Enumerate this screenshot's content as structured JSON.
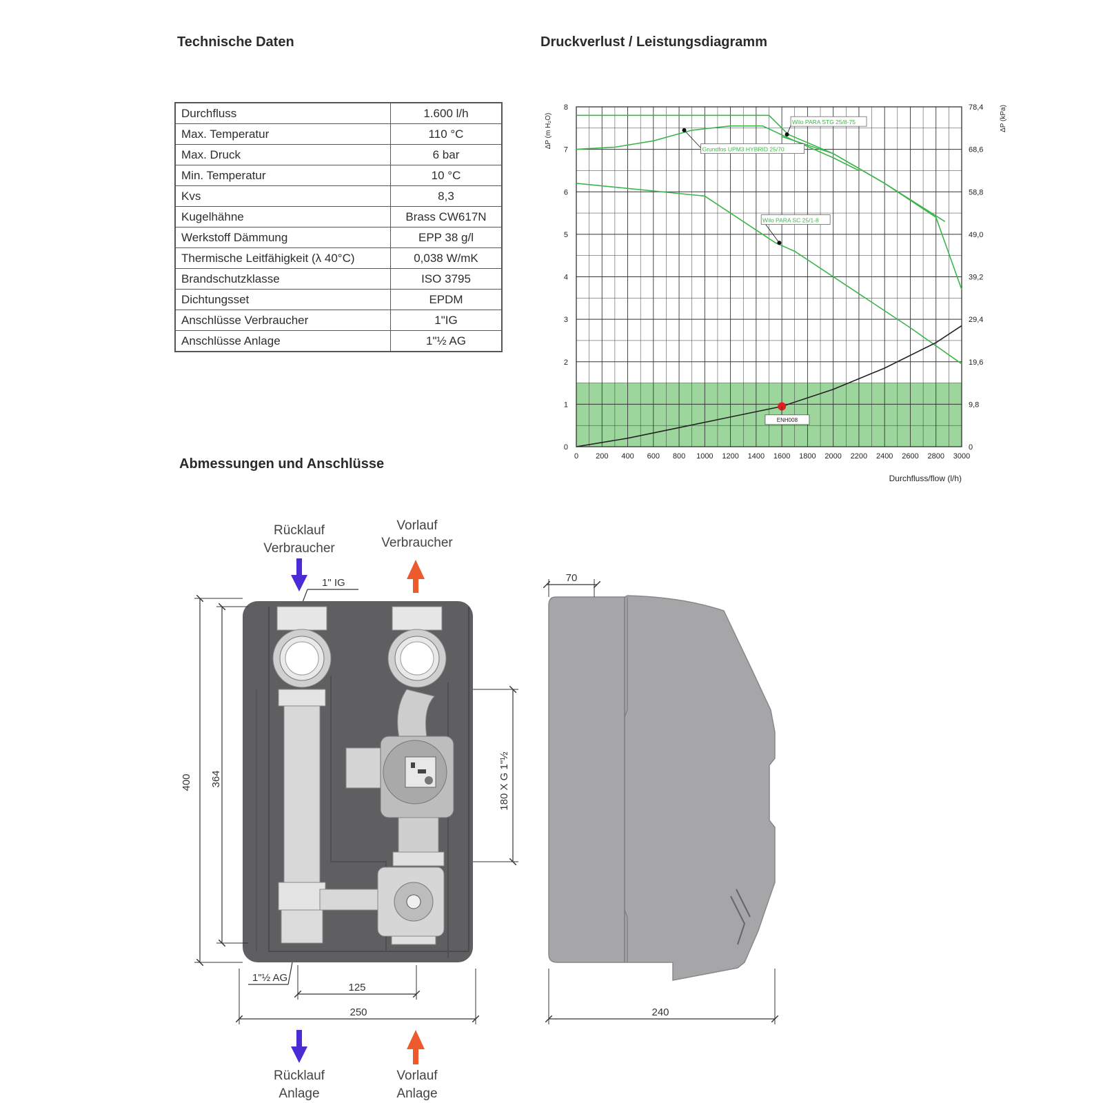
{
  "headings": {
    "tech": "Technische Daten",
    "chart": "Druckverlust / Leistungsdiagramm",
    "dims": "Abmessungen und Anschlüsse"
  },
  "specs": [
    {
      "label": "Durchfluss",
      "value": "1.600 l/h"
    },
    {
      "label": "Max. Temperatur",
      "value": "110 °C"
    },
    {
      "label": "Max. Druck",
      "value": "6 bar"
    },
    {
      "label": "Min. Temperatur",
      "value": "10 °C"
    },
    {
      "label": "Kvs",
      "value": "8,3"
    },
    {
      "label": "Kugelhähne",
      "value": "Brass CW617N"
    },
    {
      "label": "Werkstoff Dämmung",
      "value": "EPP 38 g/l"
    },
    {
      "label": "Thermische Leitfähigkeit (λ 40°C)",
      "value": "0,038 W/mK"
    },
    {
      "label": "Brandschutzklasse",
      "value": "ISO 3795"
    },
    {
      "label": "Dichtungsset",
      "value": "EPDM"
    },
    {
      "label": "Anschlüsse Verbraucher",
      "value": "1\"IG"
    },
    {
      "label": "Anschlüsse Anlage",
      "value": "1\"½ AG"
    }
  ],
  "chart_data": {
    "type": "line",
    "title": "Druckverlust / Leistungsdiagramm",
    "xlabel": "Durchfluss/flow (l/h)",
    "ylabel_left": "ΔP (m H₂O)",
    "ylabel_right": "ΔP (kPa)",
    "xlim": [
      0,
      3000
    ],
    "ylim": [
      0,
      8
    ],
    "x_ticks": [
      "0",
      "200",
      "400",
      "600",
      "800",
      "1000",
      "1200",
      "1400",
      "1600",
      "1800",
      "2000",
      "2200",
      "2400",
      "2600",
      "2800",
      "3000"
    ],
    "y_ticks_left": [
      "0",
      "1",
      "2",
      "3",
      "4",
      "5",
      "6",
      "7",
      "8"
    ],
    "y_ticks_right": [
      "0",
      "9,8",
      "19,6",
      "29,4",
      "39,2",
      "49,0",
      "58,8",
      "68,6",
      "78,4"
    ],
    "grid": true,
    "shaded_region": {
      "y_max": 1.5,
      "color": "#8ccf8c"
    },
    "series": [
      {
        "name": "Wilo PARA STG 25/8-75",
        "color": "#3bb54a",
        "points": [
          [
            0,
            7.8
          ],
          [
            1500,
            7.8
          ],
          [
            1650,
            7.35
          ],
          [
            2000,
            6.9
          ],
          [
            2400,
            6.2
          ],
          [
            2800,
            5.4
          ],
          [
            3000,
            3.7
          ]
        ]
      },
      {
        "name": "Wilo PARA STG 25/8-75",
        "color": "#3bb54a",
        "points": [
          [
            1600,
            7.3
          ],
          [
            2000,
            6.9
          ],
          [
            2400,
            6.2
          ],
          [
            2870,
            5.3
          ]
        ]
      },
      {
        "name": "Grundfos UPM3 HYBRID 25/70",
        "color": "#3bb54a",
        "points": [
          [
            0,
            7.0
          ],
          [
            300,
            7.05
          ],
          [
            600,
            7.2
          ],
          [
            900,
            7.45
          ],
          [
            1200,
            7.55
          ],
          [
            1450,
            7.55
          ],
          [
            1700,
            7.2
          ],
          [
            2000,
            6.8
          ],
          [
            2200,
            6.5
          ]
        ]
      },
      {
        "name": "Wilo PARA SC 25/1-8",
        "color": "#3bb54a",
        "points": [
          [
            0,
            6.2
          ],
          [
            1000,
            5.9
          ],
          [
            1550,
            4.8
          ],
          [
            1700,
            4.6
          ],
          [
            2200,
            3.6
          ],
          [
            2600,
            2.8
          ],
          [
            3000,
            1.95
          ]
        ]
      },
      {
        "name": "ENH008",
        "color": "#222222",
        "points": [
          [
            0,
            0
          ],
          [
            400,
            0.2
          ],
          [
            800,
            0.45
          ],
          [
            1200,
            0.7
          ],
          [
            1600,
            0.95
          ],
          [
            2000,
            1.35
          ],
          [
            2400,
            1.85
          ],
          [
            2800,
            2.45
          ],
          [
            3000,
            2.85
          ]
        ]
      }
    ],
    "labels": [
      "Wilo PARA STG 25/8-75",
      "Grundfos UPM3 HYBRID 25/70",
      "Wilo PARA SC 25/1-8",
      "ENH008"
    ],
    "marker": {
      "x": 1600,
      "y": 0.95,
      "color": "#e02020"
    }
  },
  "drawing": {
    "top_left_label": [
      "Rücklauf",
      "Verbraucher"
    ],
    "top_right_label": [
      "Vorlauf",
      "Verbraucher"
    ],
    "bottom_left_label": [
      "Rücklauf",
      "Anlage"
    ],
    "bottom_right_label": [
      "Vorlauf",
      "Anlage"
    ],
    "thread_top": "1\" IG",
    "thread_bottom": "1\"½ AG",
    "dim_400": "400",
    "dim_364": "364",
    "dim_180": "180 X G 1\"½",
    "dim_125": "125",
    "dim_250": "250",
    "dim_70": "70",
    "dim_240": "240",
    "colors": {
      "return": "#4b2bd6",
      "supply": "#ee5a2e",
      "body_front": "#5f5f61",
      "body_side": "#a6a6a8"
    }
  }
}
